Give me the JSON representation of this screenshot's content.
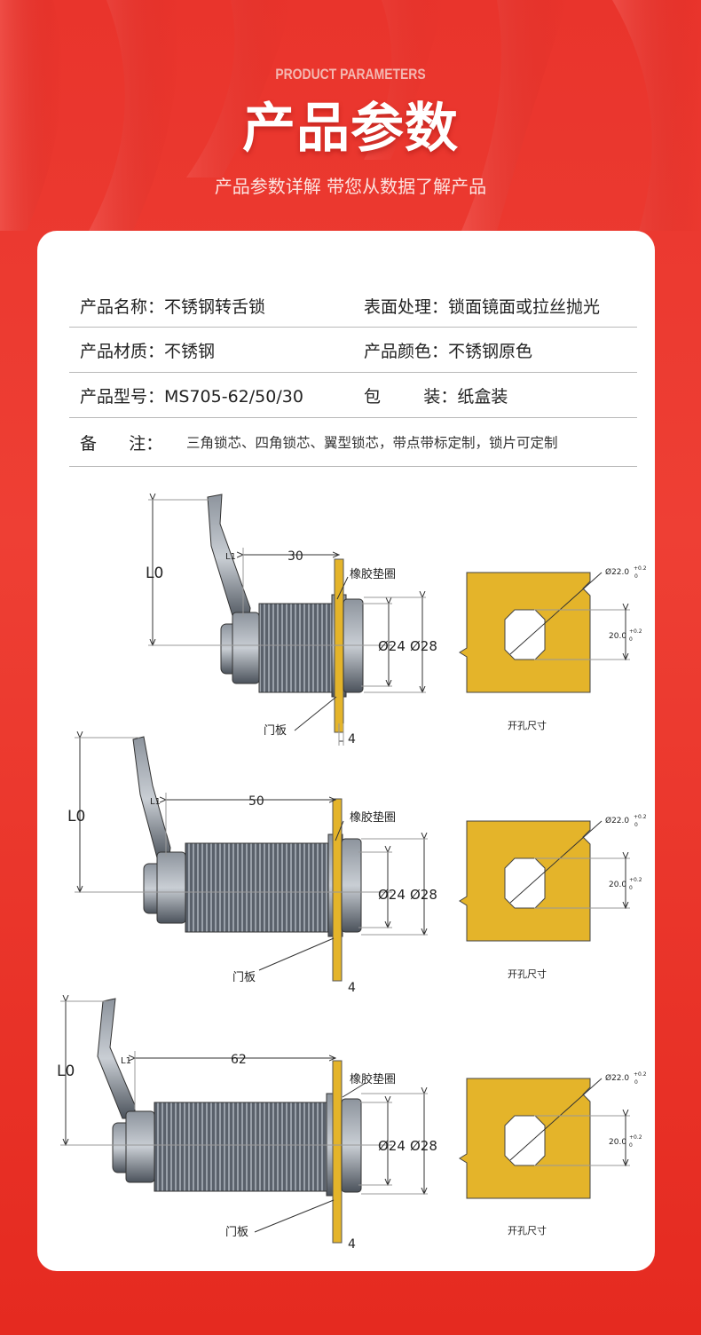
{
  "header": {
    "en_title": "PRODUCT PARAMETERS",
    "zh_title": "产品参数",
    "subtitle": "产品参数详解 带您从数据了解产品"
  },
  "params": {
    "name": "产品名称：不锈钢转舌锁",
    "surface": "表面处理：锁面镜面或拉丝抛光",
    "material": "产品材质：不锈钢",
    "color": "产品颜色：不锈钢原色",
    "model": "产品型号：MS705-62/50/30",
    "package": "包        装：纸盒装",
    "note_label": "备      注：",
    "note_value": "三角锁芯、四角锁芯、翼型锁芯，带点带标定制，锁片可定制"
  },
  "drawings": [
    {
      "length": "30",
      "L0": "L0",
      "L1": "L1",
      "d1": "Ø24",
      "d2": "Ø28",
      "gasket": "橡胶垫圈",
      "panel": "门板",
      "thick": "4",
      "hole_d": "Ø22.0",
      "hole_w": "20.0",
      "tol_up": "+0.2",
      "tol_lo": "0",
      "hole_caption": "开孔尺寸"
    },
    {
      "length": "50",
      "L0": "L0",
      "L1": "L1",
      "d1": "Ø24",
      "d2": "Ø28",
      "gasket": "橡胶垫圈",
      "panel": "门板",
      "thick": "4",
      "hole_d": "Ø22.0",
      "hole_w": "20.0",
      "tol_up": "+0.2",
      "tol_lo": "0",
      "hole_caption": "开孔尺寸"
    },
    {
      "length": "62",
      "L0": "L0",
      "L1": "L1",
      "d1": "Ø24",
      "d2": "Ø28",
      "gasket": "橡胶垫圈",
      "panel": "门板",
      "thick": "4",
      "hole_d": "Ø22.0",
      "hole_w": "20.0",
      "tol_up": "+0.2",
      "tol_lo": "0",
      "hole_caption": "开孔尺寸"
    }
  ],
  "colors": {
    "bg_red": "#e9342c",
    "plate_yellow": "#e4b42a",
    "metal": "#5f6670"
  }
}
